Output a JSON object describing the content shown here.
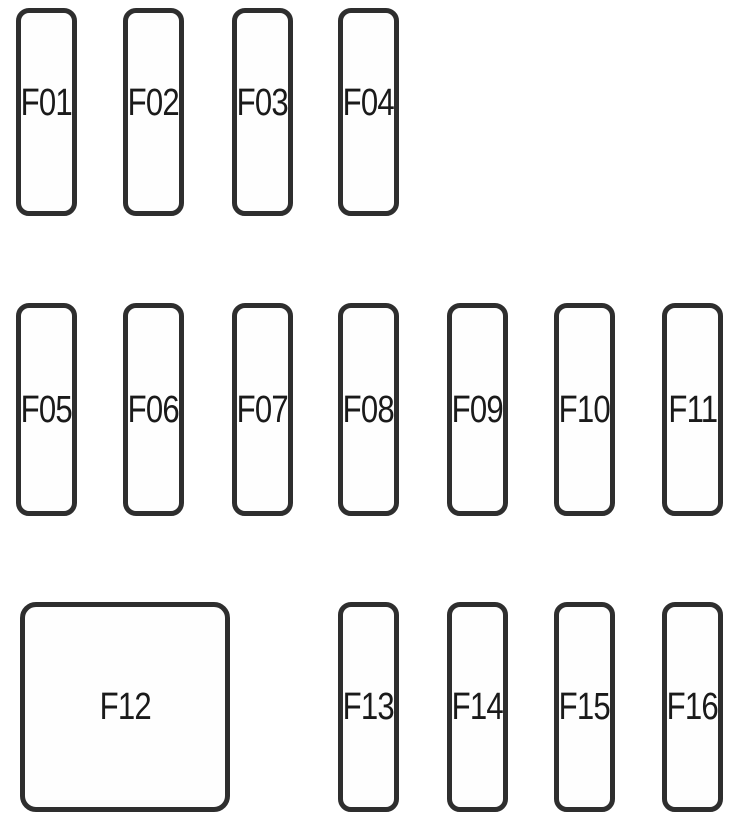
{
  "diagram": {
    "name": "fuse-box-layout",
    "colors": {
      "background": "#ffffff",
      "fuse_border": "#2e2e2e",
      "label_text": "#1a1a1a"
    }
  },
  "fuses": [
    {
      "id": "F01",
      "label": "F01",
      "shape": "narrow-vertical",
      "row": 1
    },
    {
      "id": "F02",
      "label": "F02",
      "shape": "narrow-vertical",
      "row": 1
    },
    {
      "id": "F03",
      "label": "F03",
      "shape": "narrow-vertical",
      "row": 1
    },
    {
      "id": "F04",
      "label": "F04",
      "shape": "narrow-vertical",
      "row": 1
    },
    {
      "id": "F05",
      "label": "F05",
      "shape": "narrow-vertical",
      "row": 2
    },
    {
      "id": "F06",
      "label": "F06",
      "shape": "narrow-vertical",
      "row": 2
    },
    {
      "id": "F07",
      "label": "F07",
      "shape": "narrow-vertical",
      "row": 2
    },
    {
      "id": "F08",
      "label": "F08",
      "shape": "narrow-vertical",
      "row": 2
    },
    {
      "id": "F09",
      "label": "F09",
      "shape": "narrow-vertical",
      "row": 2
    },
    {
      "id": "F10",
      "label": "F10",
      "shape": "narrow-vertical",
      "row": 2
    },
    {
      "id": "F11",
      "label": "F11",
      "shape": "narrow-vertical",
      "row": 2
    },
    {
      "id": "F12",
      "label": "F12",
      "shape": "large-square",
      "row": 3
    },
    {
      "id": "F13",
      "label": "F13",
      "shape": "narrow-vertical",
      "row": 3
    },
    {
      "id": "F14",
      "label": "F14",
      "shape": "narrow-vertical",
      "row": 3
    },
    {
      "id": "F15",
      "label": "F15",
      "shape": "narrow-vertical",
      "row": 3
    },
    {
      "id": "F16",
      "label": "F16",
      "shape": "narrow-vertical",
      "row": 3
    }
  ]
}
